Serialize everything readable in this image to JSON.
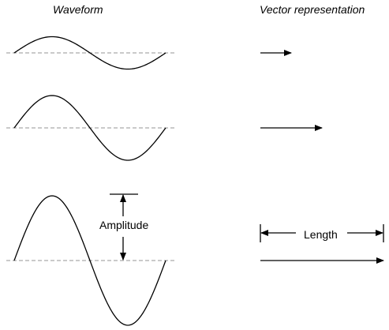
{
  "headings": {
    "waveform": "Waveform",
    "vector": "Vector representation"
  },
  "labels": {
    "amplitude": "Amplitude",
    "length": "Length"
  },
  "colors": {
    "stroke": "#000000",
    "baseline": "#aaaaaa",
    "background": "#ffffff"
  },
  "figure": {
    "rows": [
      {
        "relative_amplitude": 1,
        "vector_relative_length": 1
      },
      {
        "relative_amplitude": 2,
        "vector_relative_length": 2
      },
      {
        "relative_amplitude": 4,
        "vector_relative_length": 4
      }
    ],
    "wave_cycles": 1
  }
}
